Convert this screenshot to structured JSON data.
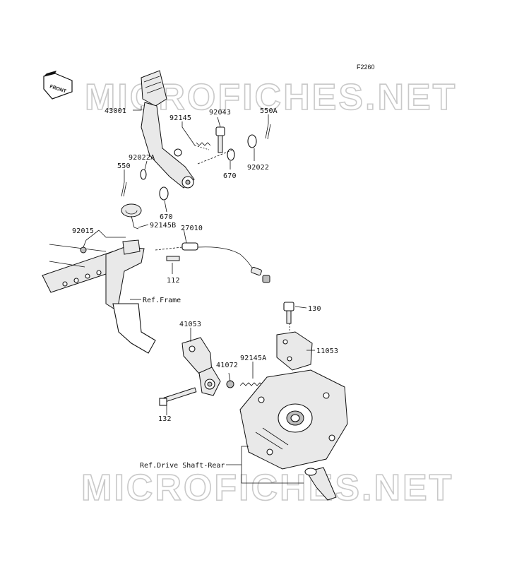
{
  "figure_code": "F2260",
  "watermark": "MICROFICHES.NET",
  "front_indicator": "FRONT",
  "callouts": {
    "p43001": "43001",
    "p92145": "92145",
    "p92043": "92043",
    "p550A": "550A",
    "p92022A": "92022A",
    "p550": "550",
    "p670a": "670",
    "p92022": "92022",
    "p670b": "670",
    "p92145B": "92145B",
    "p27010": "27010",
    "p92015": "92015",
    "p112": "112",
    "refFrame": "Ref.Frame",
    "p130": "130",
    "p41053": "41053",
    "p11053": "11053",
    "p41072": "41072",
    "p92145A": "92145A",
    "p132": "132",
    "refDriveShaft": "Ref.Drive Shaft-Rear"
  }
}
